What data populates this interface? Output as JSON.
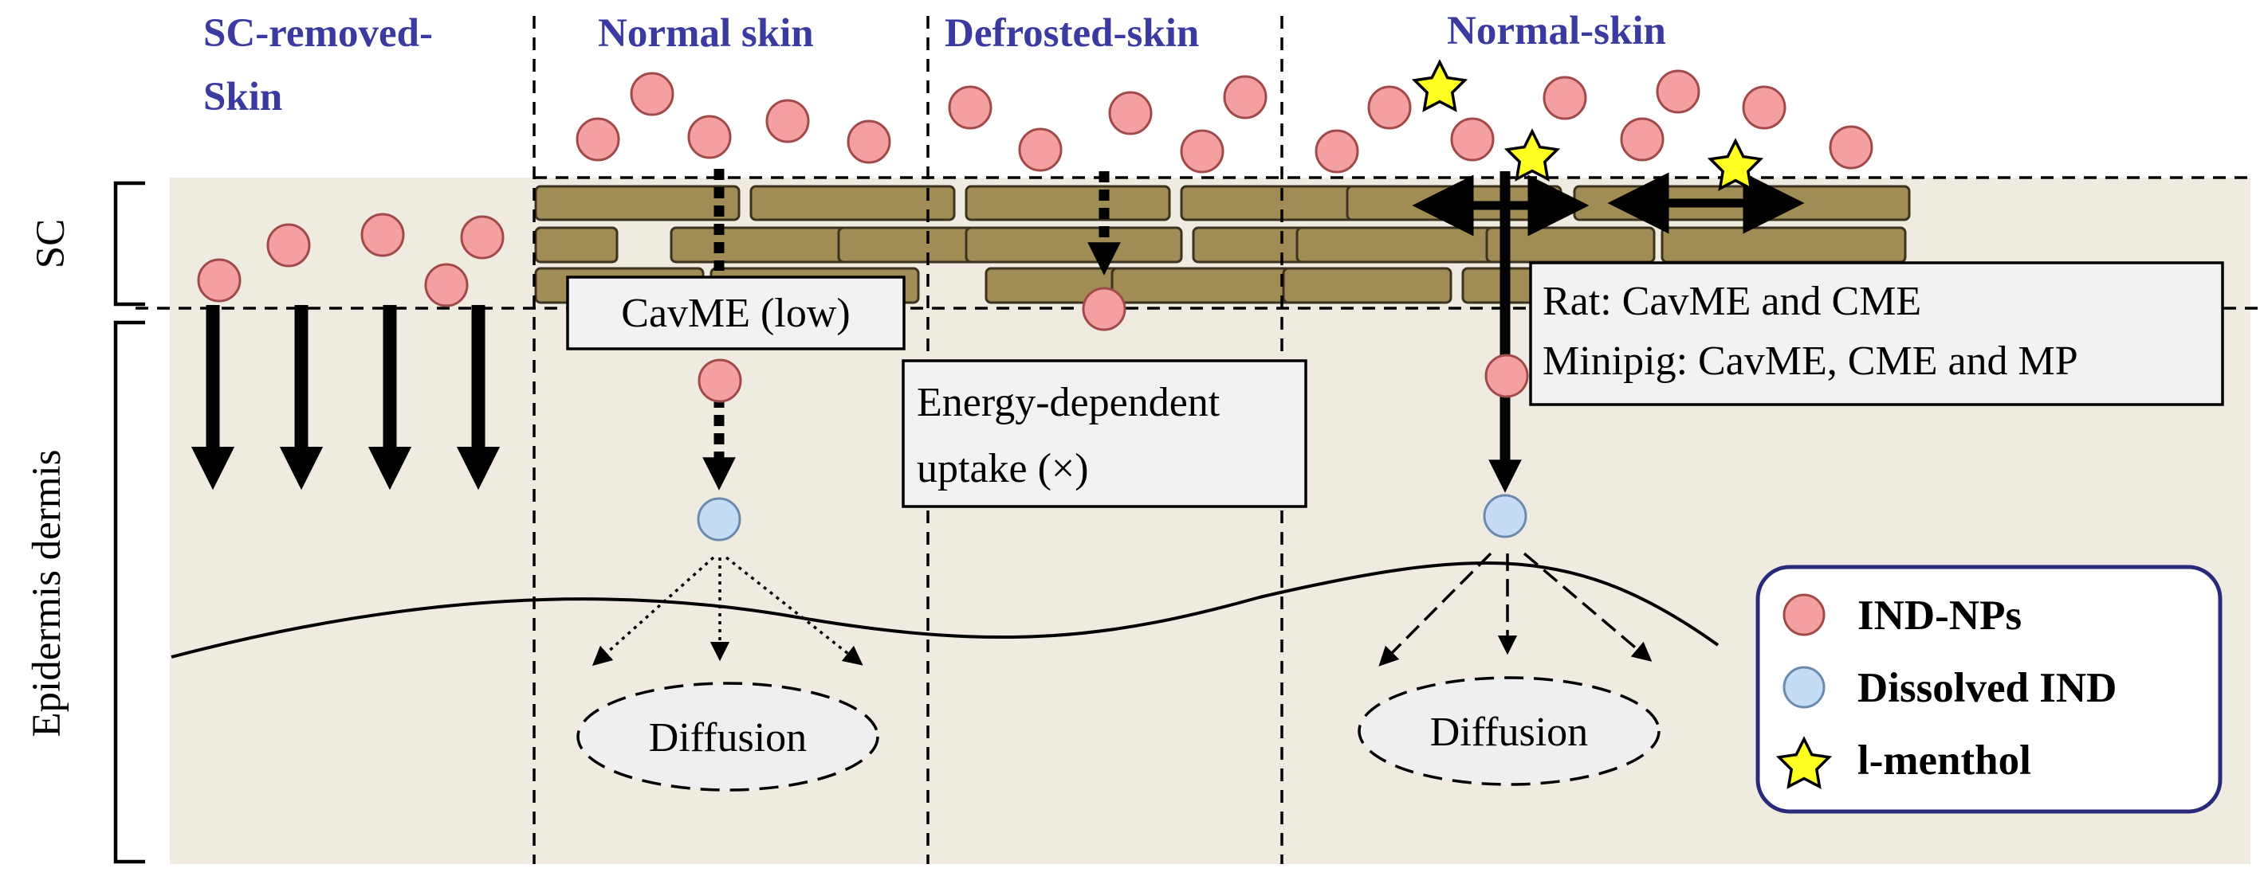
{
  "columns": [
    {
      "title_lines": [
        "SC-removed-",
        "Skin"
      ]
    },
    {
      "title_lines": [
        "Normal skin"
      ]
    },
    {
      "title_lines": [
        "Defrosted-skin"
      ]
    },
    {
      "title_lines": [
        "Normal-skin"
      ]
    }
  ],
  "side_labels": {
    "sc": "SC",
    "epidermis": "Epidermis dermis"
  },
  "boxes": {
    "cavme_low": "CavME (low)",
    "energy_line1": "Energy-dependent",
    "energy_line2": "uptake (×)",
    "rat_line": "Rat: CavME and CME",
    "minipig_line": "Minipig: CavME, CME and MP",
    "diffusion_left": "Diffusion",
    "diffusion_right": "Diffusion"
  },
  "legend": {
    "items": [
      {
        "label": "IND-NPs",
        "symbol": "circle",
        "color": "#f4a0a0"
      },
      {
        "label": "Dissolved IND",
        "symbol": "circle",
        "color": "#c4dcf4"
      },
      {
        "label": "l-menthol",
        "symbol": "star",
        "color": "#ffff22"
      }
    ]
  },
  "colors": {
    "tissue": "#efebe0",
    "brick": "#a08c55",
    "nanoparticle": "#f4a0a0",
    "dissolved": "#c4dcf4",
    "menthol_star": "#ffff22",
    "title_blue": "#3a3aa0",
    "legend_border": "#2a2a7a"
  }
}
